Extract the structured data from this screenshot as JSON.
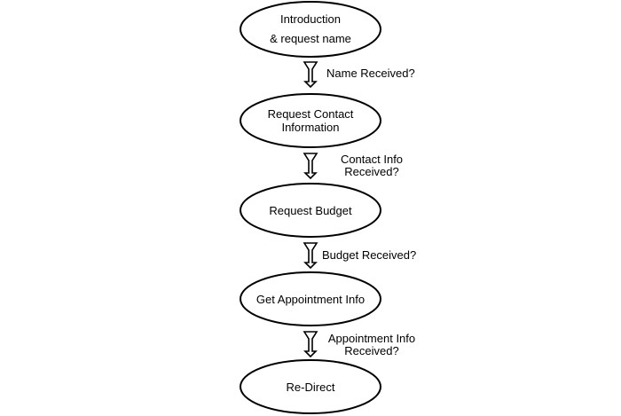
{
  "nodes": [
    {
      "lines": [
        "Introduction",
        "& request name"
      ]
    },
    {
      "lines": [
        "Request Contact",
        "Information"
      ]
    },
    {
      "lines": [
        "Request Budget"
      ]
    },
    {
      "lines": [
        "Get Appointment Info"
      ]
    },
    {
      "lines": [
        "Re-Direct"
      ]
    }
  ],
  "transitions": [
    {
      "lines": [
        "Name Received?"
      ]
    },
    {
      "lines": [
        "Contact Info",
        "Received?"
      ]
    },
    {
      "lines": [
        "Budget Received?"
      ]
    },
    {
      "lines": [
        "Appointment Info",
        "Received?"
      ]
    }
  ]
}
